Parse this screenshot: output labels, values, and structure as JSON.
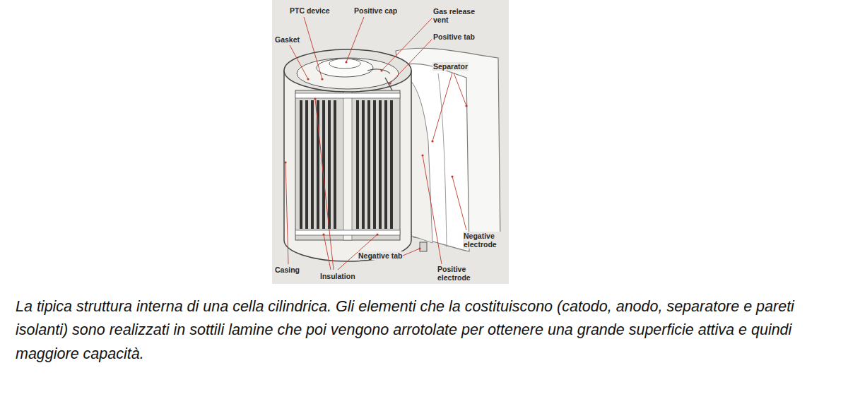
{
  "diagram": {
    "caption": "La tipica struttura interna di una cella cilindrica. Gli elementi che la costituiscono (catodo, anodo, separatore e pareti isolanti) sono realizzati in sottili lamine che poi vengono arrotolate per ottenere una grande superficie attiva e quindi maggiore capacità.",
    "labels": [
      "PTC device",
      "Positive cap",
      "Gas release vent",
      "Positive tab",
      "Gasket",
      "Separator",
      "Casing",
      "Insulation",
      "Negative tab",
      "Negative electrode",
      "Positive electrode"
    ]
  }
}
